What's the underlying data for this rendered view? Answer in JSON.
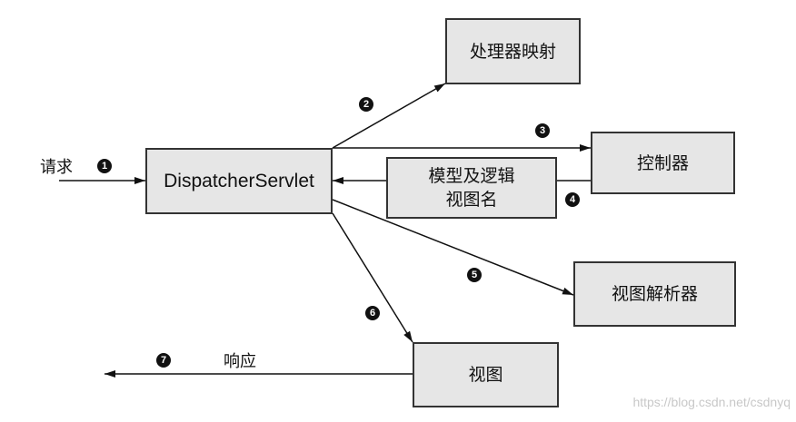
{
  "boxes": {
    "dispatcher": "DispatcherServlet",
    "handler_mapping": "处理器映射",
    "controller": "控制器",
    "model_view_line1": "模型及逻辑",
    "model_view_line2": "视图名",
    "view_resolver": "视图解析器",
    "view": "视图"
  },
  "labels": {
    "request": "请求",
    "response": "响应"
  },
  "steps": [
    "1",
    "2",
    "3",
    "4",
    "5",
    "6",
    "7"
  ],
  "watermark": "https://blog.csdn.net/csdnyq"
}
